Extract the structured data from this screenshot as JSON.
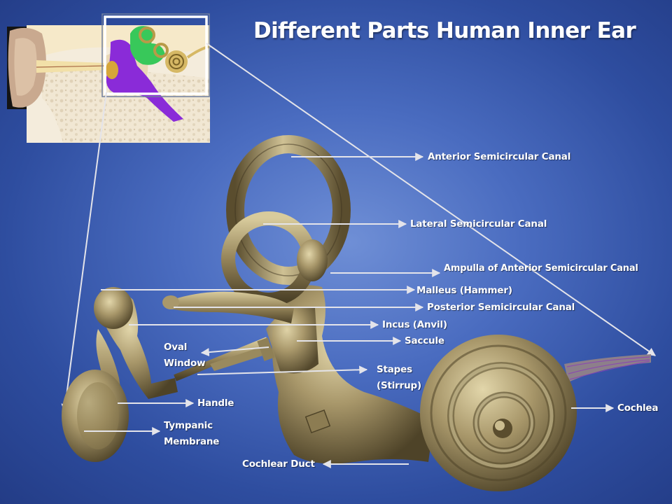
{
  "title": "Different Parts Human Inner Ear",
  "labels": {
    "anterior_canal": "Anterior Semicircular Canal",
    "lateral_canal": "Lateral Semicircular Canal",
    "ampulla": "Ampulla of  Anterior  Semicircular Canal",
    "malleus": "Malleus (Hammer)",
    "posterior_canal": "Posterior Semicircular Canal",
    "incus": "Incus (Anvil)",
    "saccule": "Saccule",
    "oval_window_1": "Oval",
    "oval_window_2": "Window",
    "stapes_1": "Stapes",
    "stapes_2": "(Stirrup)",
    "handle": "Handle",
    "tympanic_1": "Tympanic",
    "tympanic_2": "Membrane",
    "cochlea": "Cochlea",
    "cochlear_duct": "Cochlear Duct"
  },
  "colors": {
    "bone": "#9a8a5e",
    "label_text": "#ffffff",
    "arrow": "#e4e4ea",
    "inset_purple": "#8a2bd8",
    "inset_green": "#38c85a"
  }
}
